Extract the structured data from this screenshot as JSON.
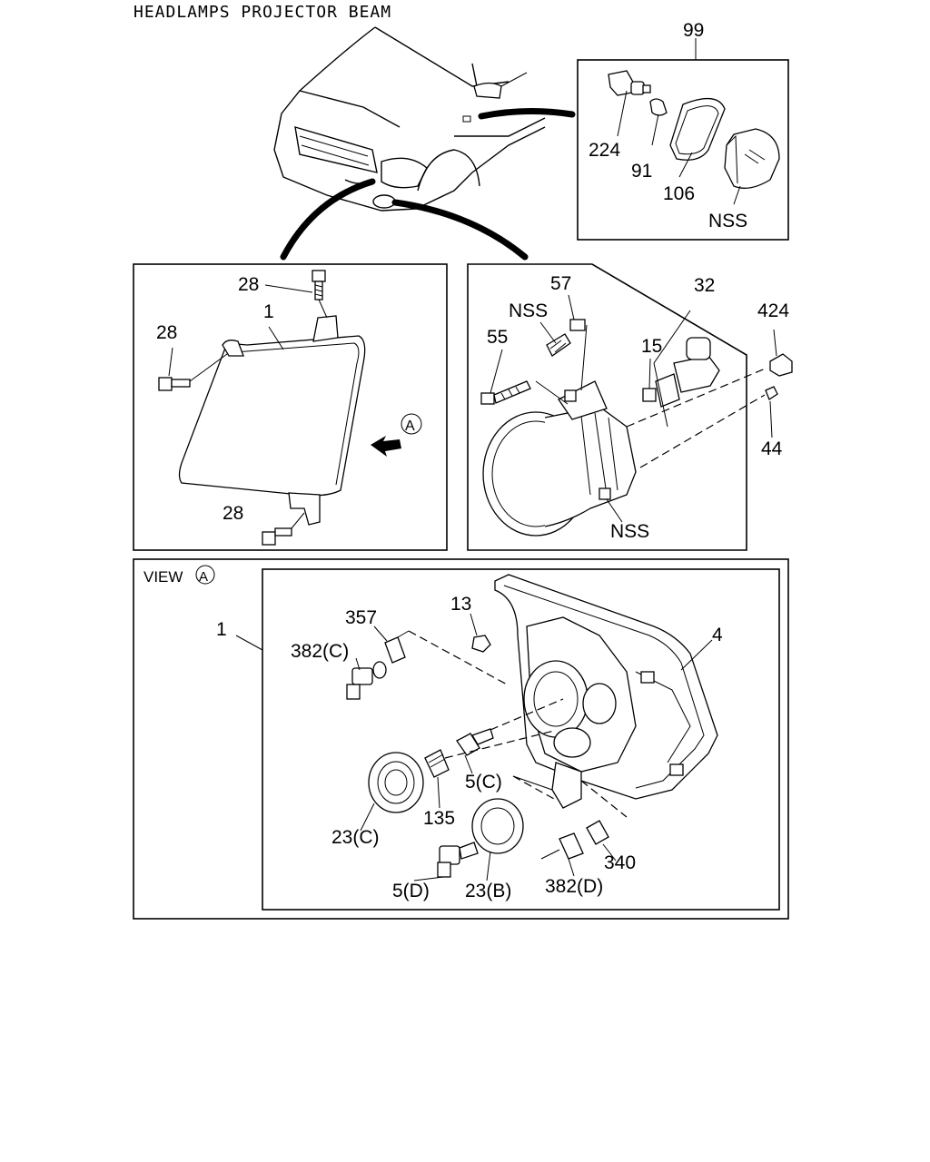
{
  "title": "HEADLAMPS PROJECTOR BEAM",
  "view_label": "VIEW",
  "view_marker": "A",
  "callouts": {
    "c99": "99",
    "c224": "224",
    "c91": "91",
    "c106": "106",
    "nss_top": "NSS",
    "c28_a": "28",
    "c28_b": "28",
    "c28_c": "28",
    "c1_top": "1",
    "marker_a": "A",
    "c57": "57",
    "c32": "32",
    "nss_mid": "NSS",
    "c55": "55",
    "c15": "15",
    "c424": "424",
    "c44": "44",
    "nss_low": "NSS",
    "c1_view": "1",
    "c357": "357",
    "c13": "13",
    "c4": "4",
    "c382c": "382(C)",
    "c5c": "5(C)",
    "c135": "135",
    "c23c": "23(C)",
    "c340": "340",
    "c5d": "5(D)",
    "c23b": "23(B)",
    "c382d": "382(D)"
  }
}
